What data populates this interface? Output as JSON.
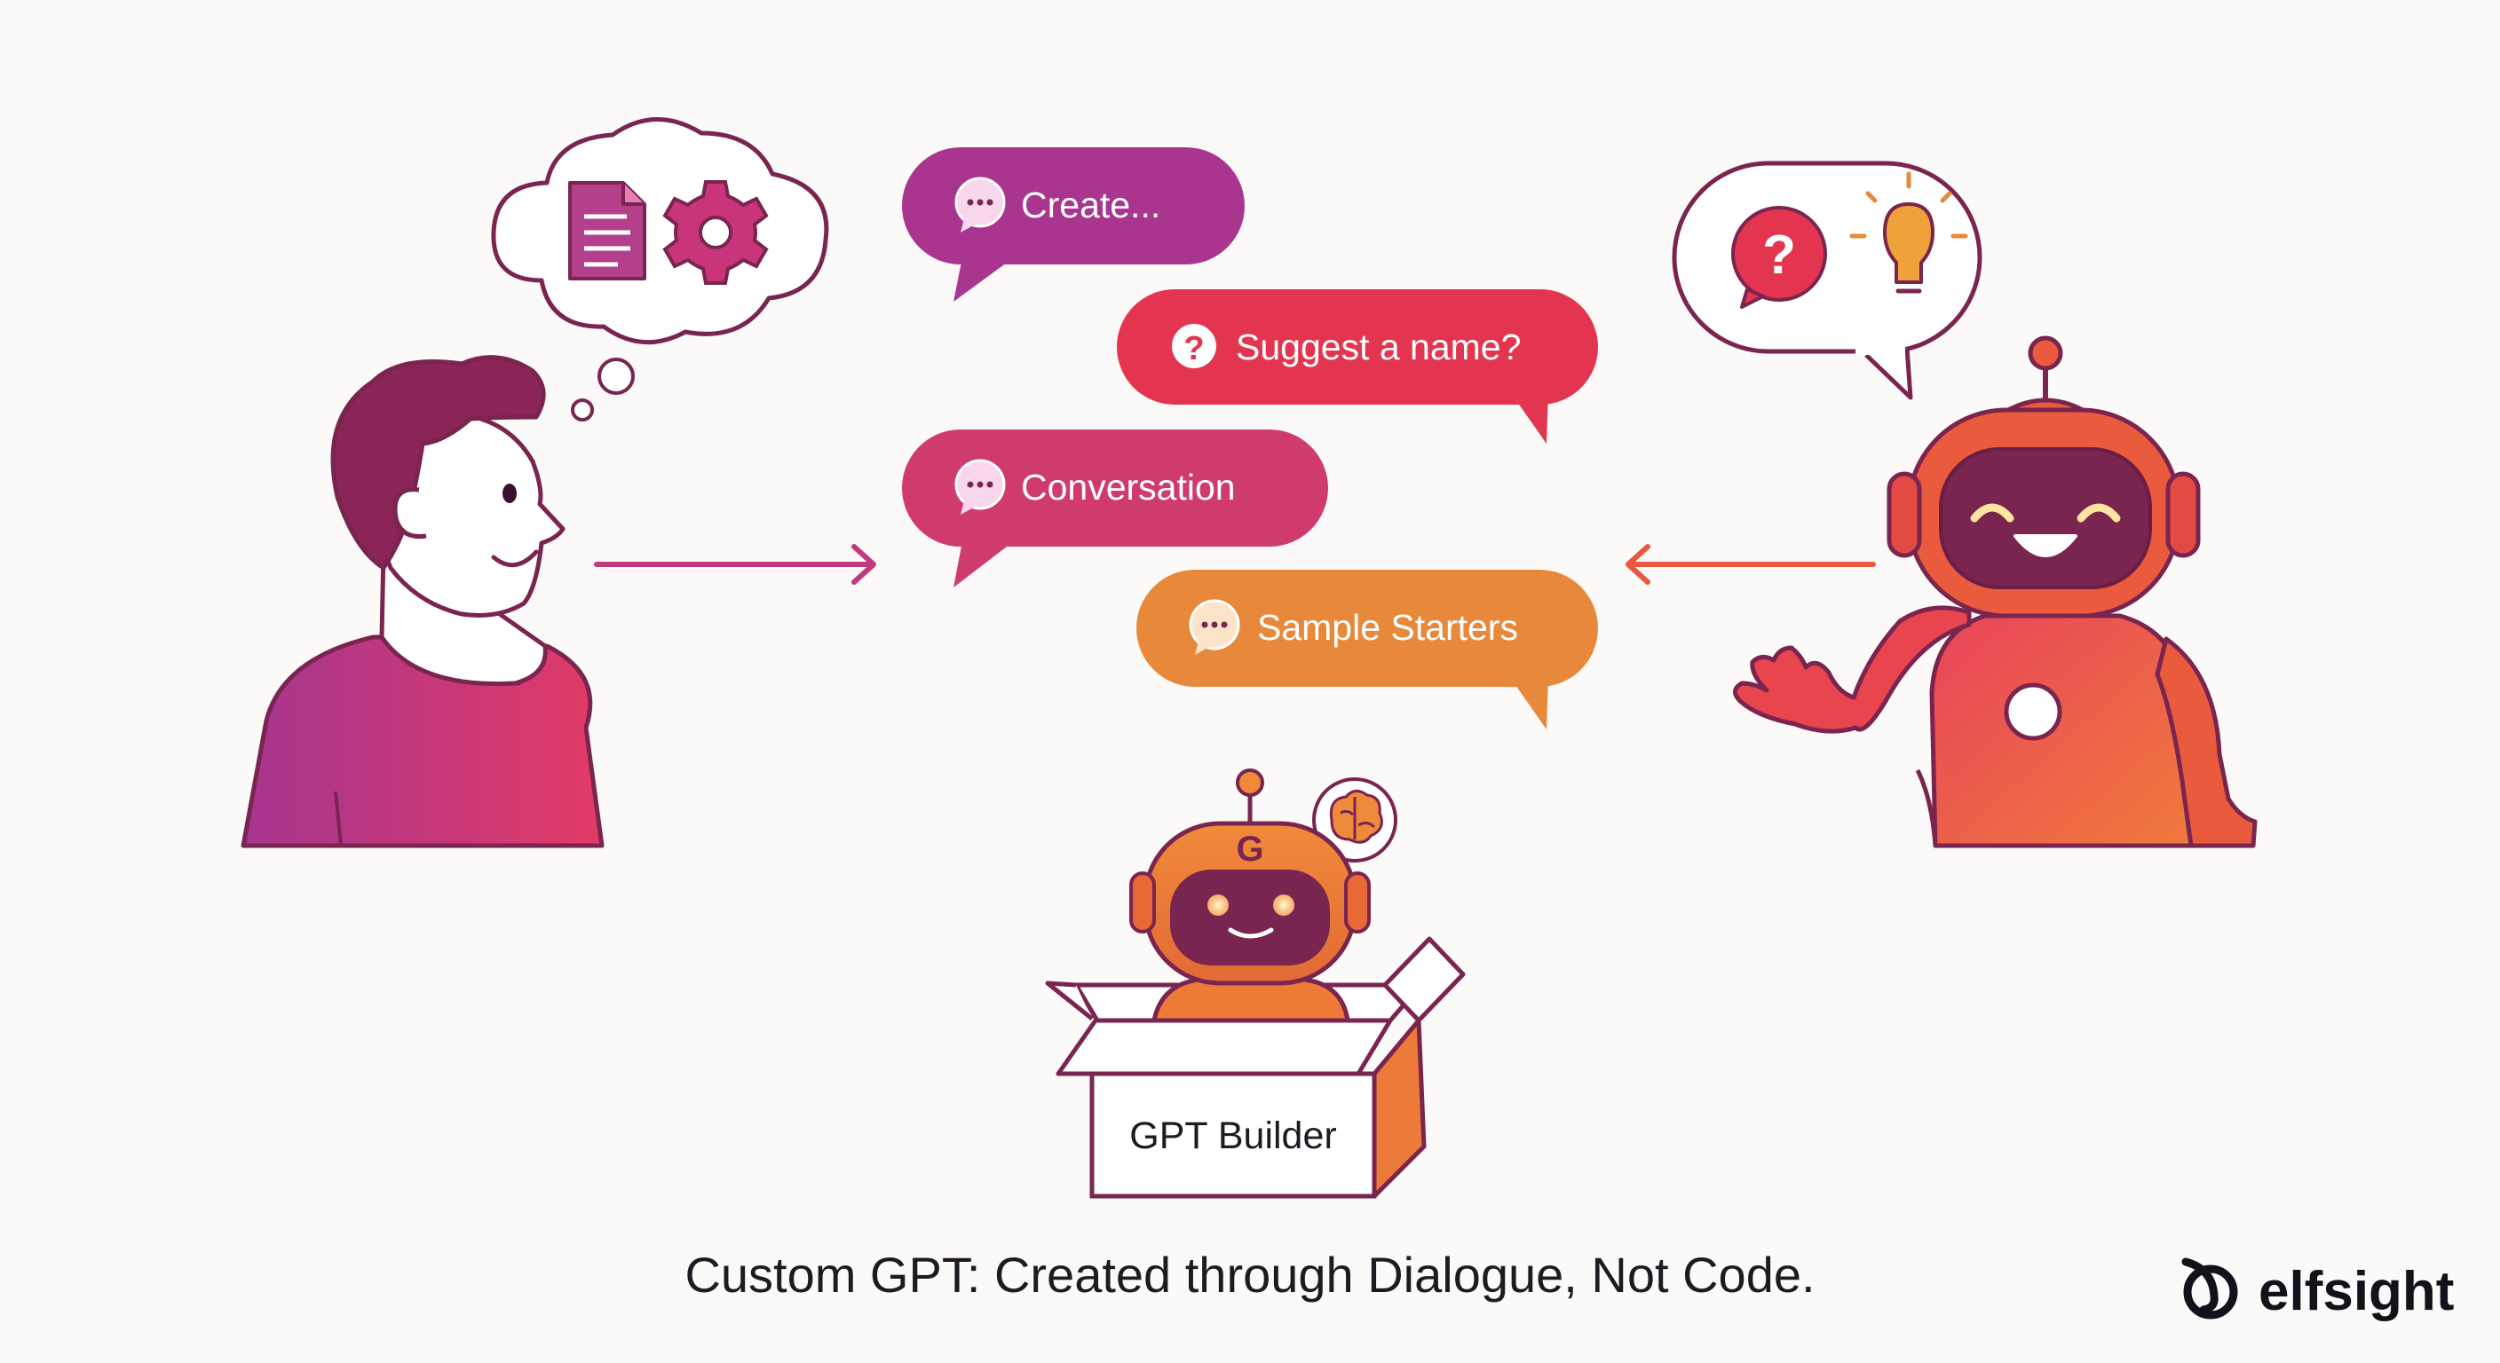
{
  "colors": {
    "outline": "#7a2450",
    "purple": "#a9358f",
    "magenta": "#c8387a",
    "red": "#e3354f",
    "pink": "#cf3b6c",
    "orange": "#e8883a",
    "robot_orange": "#ea5a3c",
    "background": "#fbfaf8"
  },
  "bubbles": [
    {
      "label": "Create...",
      "icon": "chat-dots-icon",
      "color": "#a9358f"
    },
    {
      "label": "Suggest a name?",
      "icon": "question-icon",
      "color": "#e3354f"
    },
    {
      "label": "Conversation",
      "icon": "chat-dots-icon",
      "color": "#cf3b6c"
    },
    {
      "label": "Sample Starters",
      "icon": "chat-dots-icon",
      "color": "#e8883a"
    }
  ],
  "person_thought_icons": [
    "document-icon",
    "gear-icon"
  ],
  "robot_speech_icons": [
    "question-icon",
    "lightbulb-icon"
  ],
  "builder": {
    "box_label": "GPT Builder",
    "robot_badge": "G",
    "thought_icon": "brain-icon"
  },
  "caption": "Custom GPT: Created through Dialogue, Not Code.",
  "logo": {
    "text": "elfsight",
    "icon": "elfsight-swirl-icon"
  }
}
